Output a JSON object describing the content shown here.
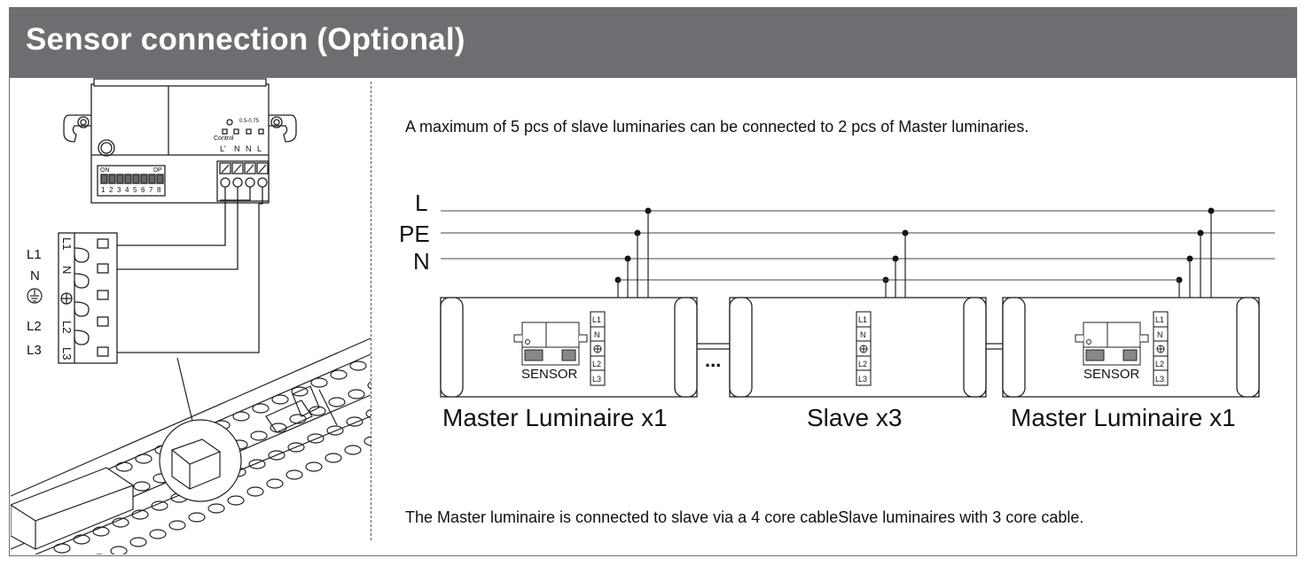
{
  "header": {
    "title": "Sensor connection (Optional)"
  },
  "notes": {
    "top": "A maximum of 5 pcs of slave luminaries can be connected to 2 pcs of Master luminaries.",
    "bottom": "The Master luminaire is connected to slave via a 4 core cableSlave luminaires with 3 core cable."
  },
  "sensor_module": {
    "terminal_caption": "0.5-0.75",
    "control_label": "Control",
    "terminal_labels": [
      "L'",
      "N",
      "N",
      "L"
    ],
    "dip_on": "ON",
    "dip_dp": "DP",
    "dip_numbers": [
      "1",
      "2",
      "3",
      "4",
      "5",
      "6",
      "7",
      "8"
    ]
  },
  "connector": {
    "side_labels": [
      "L1",
      "N",
      "L2",
      "L3"
    ],
    "terminal_labels": [
      "L1",
      "N",
      "L2",
      "L3"
    ]
  },
  "bus_lines": [
    "L",
    "PE",
    "N"
  ],
  "luminaires": {
    "terminal_labels": [
      "L1",
      "N",
      "L2",
      "L3"
    ],
    "sensor_label": "SENSOR",
    "ellipsis": "...",
    "captions": [
      "Master Luminaire x1",
      "Slave x3",
      "Master Luminaire x1"
    ]
  },
  "icons": [
    "earth-ground-icon"
  ]
}
